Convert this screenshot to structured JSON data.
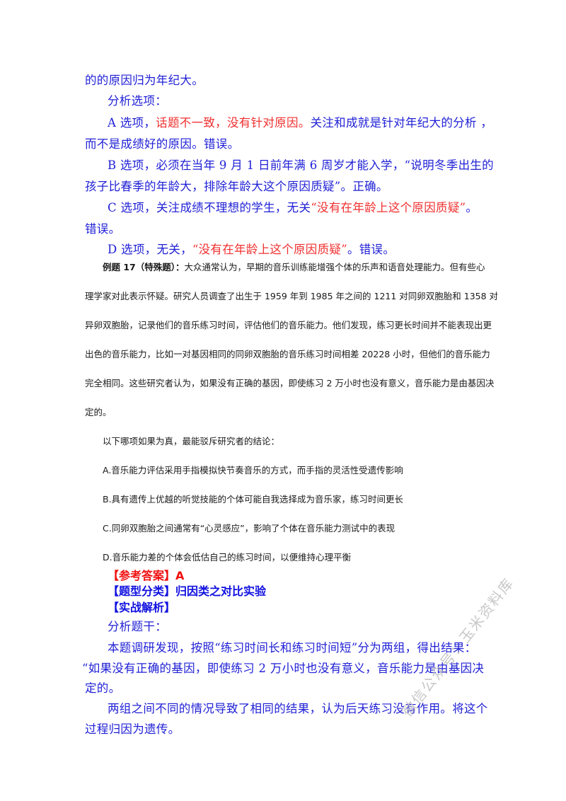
{
  "analysis_prev": {
    "line0": "的的原因归为年纪大。",
    "heading": "分析选项：",
    "option_a": {
      "prefix": "A 选项，",
      "red": "话题不一致，没有针对原因。",
      "rest": "关注和成就是针对年纪大的分析 ，",
      "cont": "而不是成绩好的原因。错误。"
    },
    "option_b": {
      "line1": "B 选项，必须在当年 9 月 1 日前年满 6 周岁才能入学，“说明冬季出生的",
      "line2": "孩子比春季的年龄大，排除年龄大这个原因质疑”。正确。"
    },
    "option_c": {
      "prefix": "C 选项，关注成绩不理想的学生，无关",
      "red": "“没有在年龄上这个原因质疑”",
      "suffix": "。",
      "cont": "错误。"
    },
    "option_d": {
      "prefix": "D 选项，无关，",
      "red": "“没有在年龄上这个原因质疑”",
      "suffix": "。错误。"
    }
  },
  "example": {
    "label": "例题 17（特殊题）：",
    "lines": [
      "大众通常认为，早期的音乐训练能增强个体的乐声和语音处理能力。但有些心",
      "理学家对此表示怀疑。研究人员调查了出生于 1959 年到 1985 年之间的 1211 对同卵双胞胎和 1358 对",
      "异卵双胞胎，记录他们的音乐练习时间，评估他们的音乐能力。他们发现，练习更长时间并不能表现出更",
      "出色的音乐能力，比如一对基因相同的同卵双胞胎的音乐练习时间相差 20228 小时，但他们的音乐能力",
      "完全相同。这些研究者认为，如果没有正确的基因，即使练习 2 万小时也没有意义，音乐能力是由基因决",
      "定的。"
    ],
    "question": "以下哪项如果为真，最能驳斥研究者的结论：",
    "options": [
      "A.音乐能力评估采用手指模拟快节奏音乐的方式，而手指的灵活性受遗传影响",
      "B.具有遗传上优越的听觉技能的个体可能自我选择成为音乐家，练习时间更长",
      "C.同卵双胞胎之间通常有“心灵感应”，影响了个体在音乐能力测试中的表现",
      "D.音乐能力差的个体会低估自己的练习时间，以便维持心理平衡"
    ]
  },
  "answer": {
    "answer_label": "【参考答案】A",
    "category_label": "【题型分类】",
    "category_value": "归因类之对比实验",
    "analysis_label": "【实战解析】"
  },
  "analysis": {
    "heading": "分析题干：",
    "p1_line1": "本题调研发现，按照“练习时间长和练习时间短”分为两组，得出结果：",
    "p1_line2": "“如果没有正确的基因，即使练习 2 万小时也没有意义，音乐能力是由基因决",
    "p1_line3": "定的。",
    "p2_line1": "两组之间不同的情况导致了相同的结果，认为后天练习没有作用。将这个",
    "p2_line2": "过程归因为遗传。"
  },
  "watermark": "微信公众号：玉米资料库",
  "colors": {
    "blue_text": "#1f1fd6",
    "red_text": "#f03030",
    "body_text": "#1a1a1a"
  }
}
